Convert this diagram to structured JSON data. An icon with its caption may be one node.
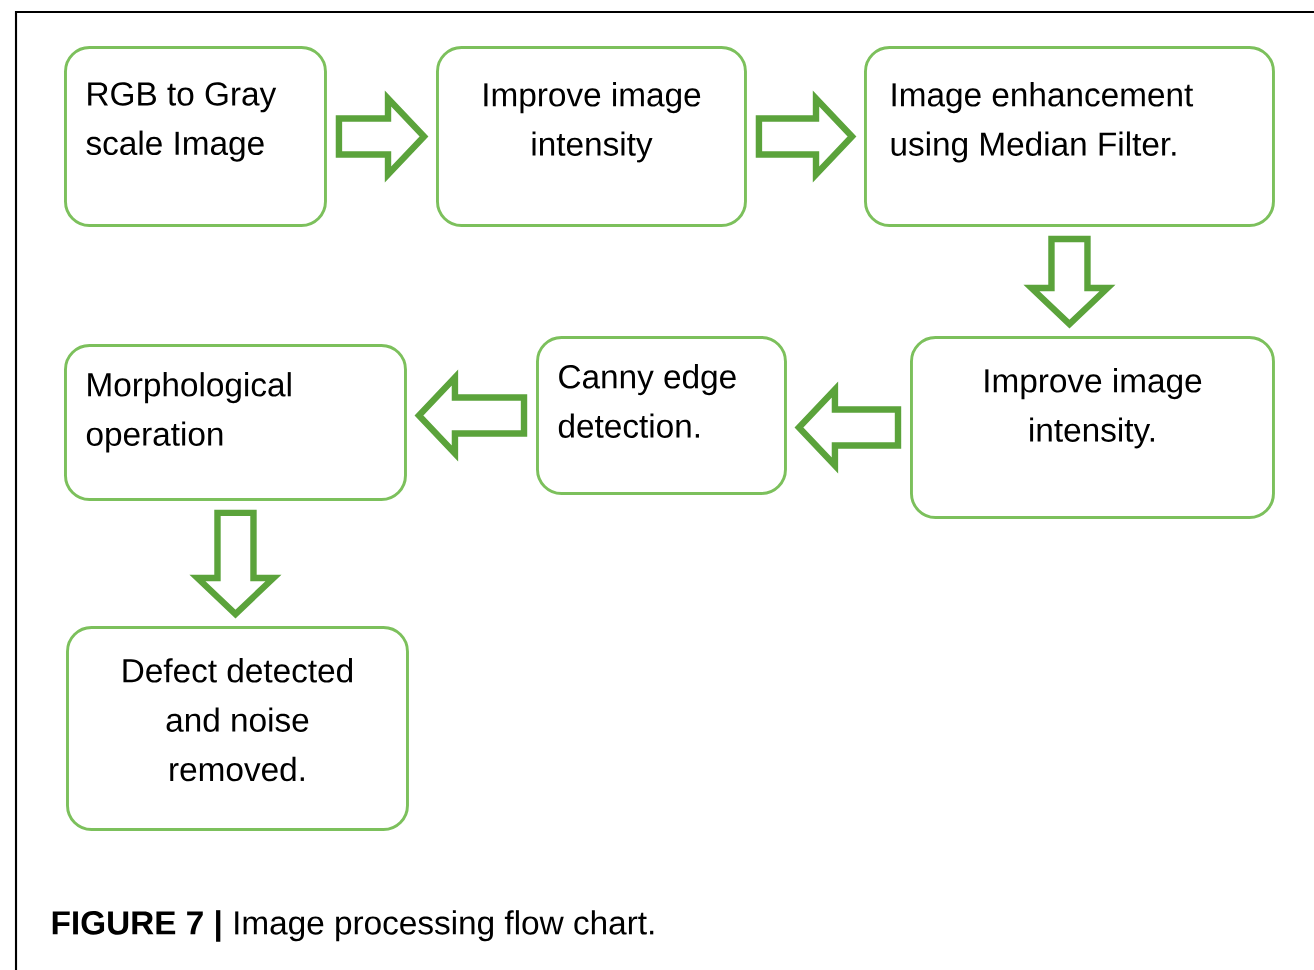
{
  "diagram": {
    "caption": "**FIGURE 7 |** Image processing flow chart.",
    "nodes": [
      {
        "text": [
          "RGB to Gray scale Image"
        ]
      },
      {
        "text": [
          "Improve image intensity"
        ]
      },
      {
        "text": [
          "Image enhancement using Median Filter."
        ]
      },
      {
        "text": [
          "Improve image intensity."
        ]
      },
      {
        "text": [
          "Canny edge detection."
        ]
      },
      {
        "text": [
          "Morphological operation"
        ]
      },
      {
        "text": [
          "Defect detected and noise removed."
        ]
      }
    ],
    "edges": [
      {
        "from": 0,
        "to": 1,
        "arrow": "to"
      },
      {
        "from": 1,
        "to": 2,
        "arrow": "to"
      },
      {
        "from": 2,
        "to": 3,
        "arrow": "to"
      },
      {
        "from": 3,
        "to": 4,
        "arrow": "to"
      },
      {
        "from": 4,
        "to": 5,
        "arrow": "to"
      },
      {
        "from": 5,
        "to": 6,
        "arrow": "to"
      }
    ]
  }
}
